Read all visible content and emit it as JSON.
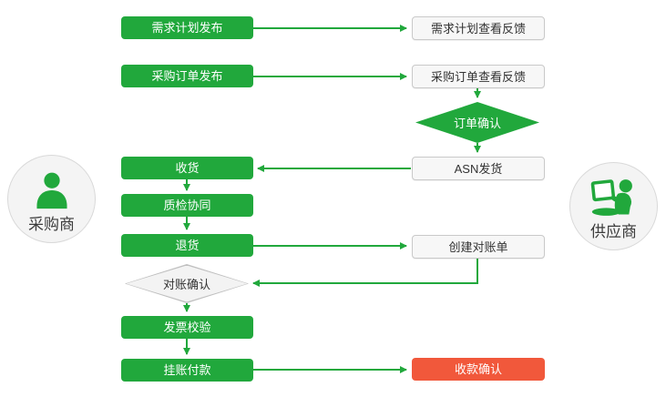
{
  "colors": {
    "green": "#21a83c",
    "red": "#f1583b",
    "white_box_bg": "#f7f7f7",
    "white_box_border": "#c9c9c9",
    "dark_text": "#333333"
  },
  "actors": {
    "buyer": {
      "label": "采购商",
      "icon": "person-icon"
    },
    "supplier": {
      "label": "供应商",
      "icon": "person-laptop-icon"
    }
  },
  "nodes": {
    "demand_publish": "需求计划发布",
    "demand_feedback": "需求计划查看反馈",
    "po_publish": "采购订单发布",
    "po_feedback": "采购订单查看反馈",
    "order_confirm": "订单确认",
    "asn_ship": "ASN发货",
    "receive_goods": "收货",
    "quality_collab": "质检协同",
    "return_goods": "退货",
    "create_statement": "创建对账单",
    "statement_confirm": "对账确认",
    "invoice_check": "发票校验",
    "pending_payment": "挂账付款",
    "receipt_confirm": "收款确认"
  },
  "edges": [
    {
      "from": "demand_publish",
      "to": "demand_feedback"
    },
    {
      "from": "po_publish",
      "to": "po_feedback"
    },
    {
      "from": "po_feedback",
      "to": "order_confirm"
    },
    {
      "from": "order_confirm",
      "to": "asn_ship"
    },
    {
      "from": "asn_ship",
      "to": "receive_goods"
    },
    {
      "from": "receive_goods",
      "to": "quality_collab"
    },
    {
      "from": "quality_collab",
      "to": "return_goods"
    },
    {
      "from": "return_goods",
      "to": "create_statement"
    },
    {
      "from": "create_statement",
      "to": "statement_confirm"
    },
    {
      "from": "statement_confirm",
      "to": "invoice_check"
    },
    {
      "from": "invoice_check",
      "to": "pending_payment"
    },
    {
      "from": "pending_payment",
      "to": "receipt_confirm"
    }
  ]
}
